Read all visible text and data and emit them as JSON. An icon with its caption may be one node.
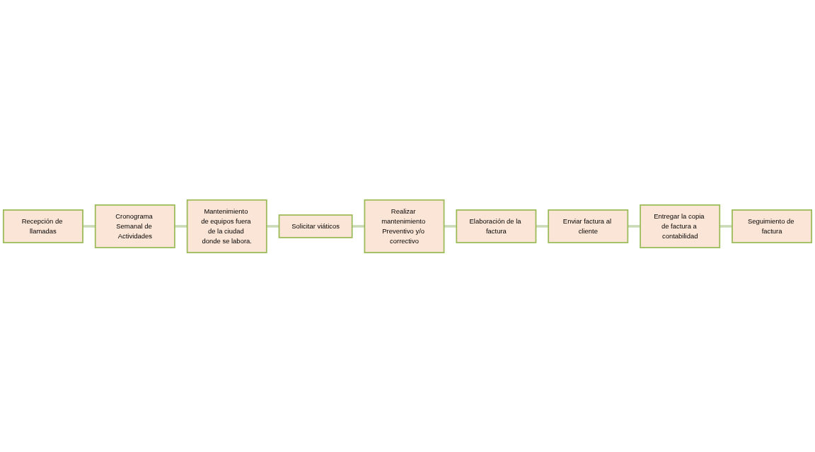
{
  "diagram": {
    "nodes": [
      {
        "text": [
          "Recepción de llamadas"
        ]
      },
      {
        "text": [
          "Cronograma Semanal de Actividades"
        ]
      },
      {
        "text": [
          "Mantenimiento de equipos fuera de la ciudad donde se labora."
        ]
      },
      {
        "text": [
          "Solicitar viáticos"
        ]
      },
      {
        "text": [
          "Realizar mantenimiento Preventivo y/o correctivo"
        ]
      },
      {
        "text": [
          "Elaboración de la factura"
        ]
      },
      {
        "text": [
          "Enviar factura al cliente"
        ]
      },
      {
        "text": [
          "Entregar la copia de factura a contabilidad"
        ]
      },
      {
        "text": [
          "Seguimiento de factura"
        ]
      }
    ],
    "edges": [
      {
        "from": 0,
        "to": 1,
        "arrow": "none"
      },
      {
        "from": 1,
        "to": 2,
        "arrow": "none"
      },
      {
        "from": 2,
        "to": 3,
        "arrow": "none"
      },
      {
        "from": 3,
        "to": 4,
        "arrow": "none"
      },
      {
        "from": 4,
        "to": 5,
        "arrow": "none"
      },
      {
        "from": 5,
        "to": 6,
        "arrow": "none"
      },
      {
        "from": 6,
        "to": 7,
        "arrow": "none"
      },
      {
        "from": 7,
        "to": 8,
        "arrow": "none"
      }
    ]
  }
}
